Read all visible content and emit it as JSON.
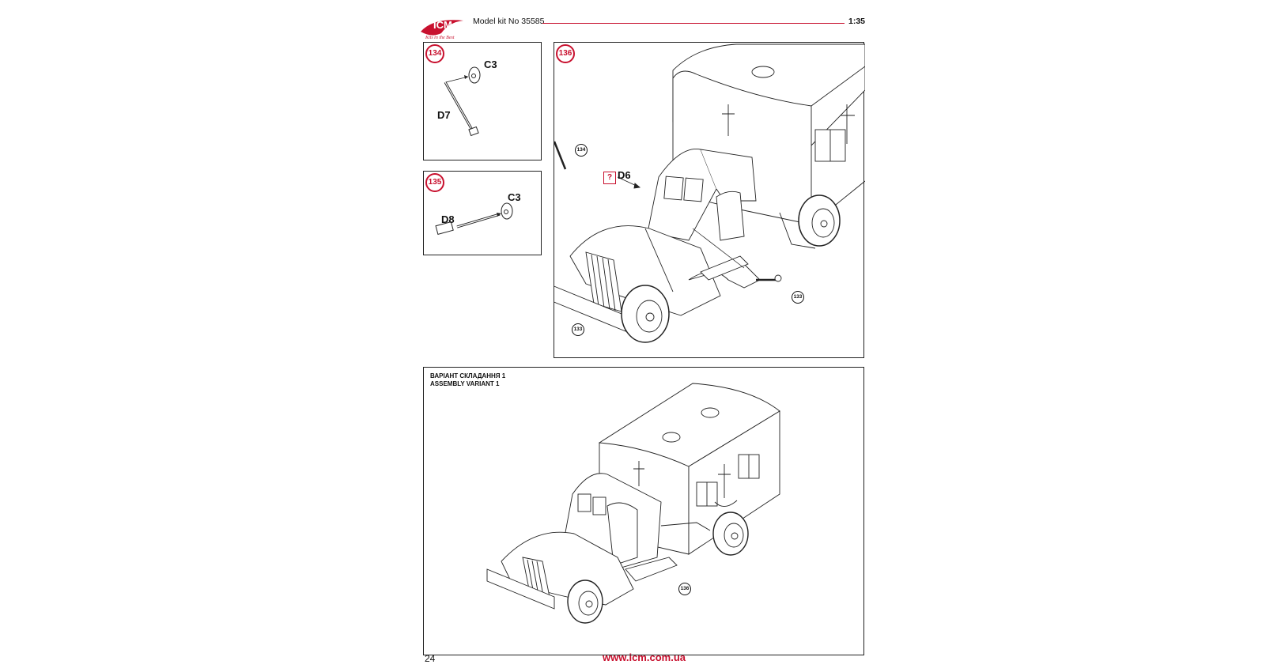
{
  "header": {
    "brand": "ICM",
    "brand_tagline": "Kits in the Best",
    "model_kit": "Model kit No 35585",
    "scale": "1:35"
  },
  "steps": [
    {
      "number": "134",
      "parts": [
        "C3",
        "D7"
      ]
    },
    {
      "number": "135",
      "parts": [
        "C3",
        "D8"
      ]
    },
    {
      "number": "136",
      "parts": [
        "D6"
      ],
      "refs": [
        "134",
        "133",
        "133"
      ],
      "note_symbol": "?"
    }
  ],
  "variant": {
    "line1": "ВАРІАНТ СКЛАДАННЯ 1",
    "line2": "ASSEMBLY VARIANT 1",
    "ref": "136"
  },
  "footer": {
    "page_number": "24",
    "website": "www.icm.com.ua"
  },
  "colors": {
    "accent": "#c8102e",
    "line": "#222222"
  }
}
